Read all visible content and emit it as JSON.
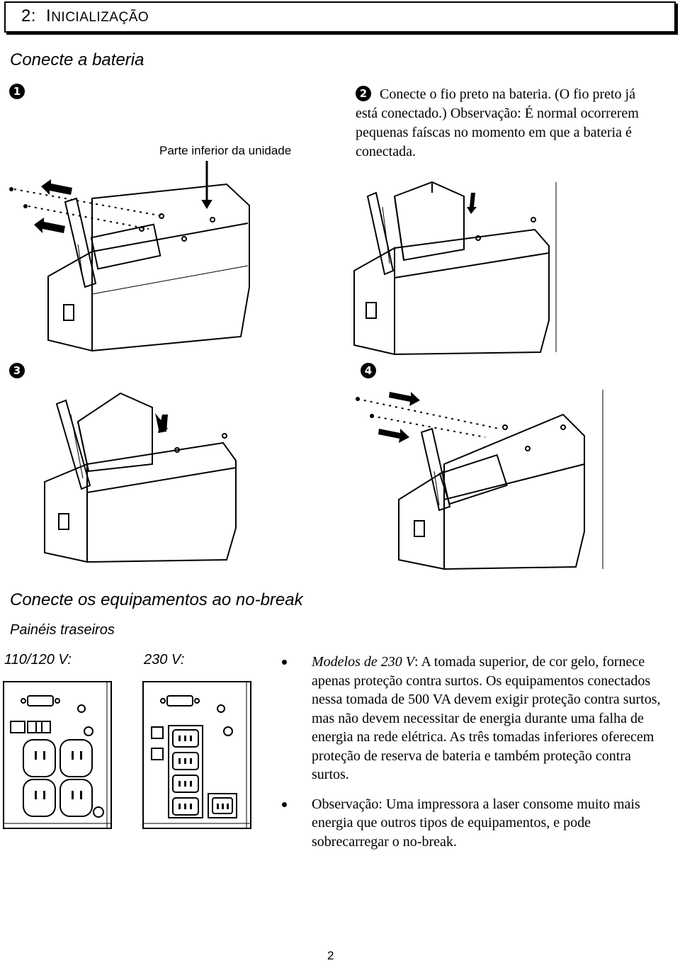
{
  "header": {
    "number": "2:",
    "title_first": "I",
    "title_rest": "NICIALIZAÇÃO"
  },
  "battery": {
    "title": "Conecte a bateria",
    "steps": [
      "1",
      "2",
      "3",
      "4"
    ],
    "bottom_label": "Parte inferior da unidade",
    "step2_text": "Conecte o fio preto na bateria. (O fio preto já está conectado.) Observação: É normal ocorrerem pequenas faíscas no momento em que a bateria é conectada."
  },
  "equipment": {
    "title": "Conecte os equipamentos ao no-break",
    "subtitle": "Painéis traseiros",
    "label_110": "110/120 V:",
    "label_230": "230 V:",
    "bullet1_italic": "Modelos de 230 V",
    "bullet1_text": ": A tomada superior, de cor gelo, fornece apenas proteção contra surtos. Os equipamentos conectados nessa tomada de 500 VA devem exigir proteção contra surtos, mas não devem necessitar de energia durante uma falha de energia na rede elétrica. As três tomadas inferiores oferecem proteção de reserva de bateria e também proteção contra surtos.",
    "bullet2_text": "Observação: Uma impressora a laser consome muito mais energia que outros tipos de equipamentos, e pode sobrecarregar o no-break."
  },
  "page_number": "2"
}
